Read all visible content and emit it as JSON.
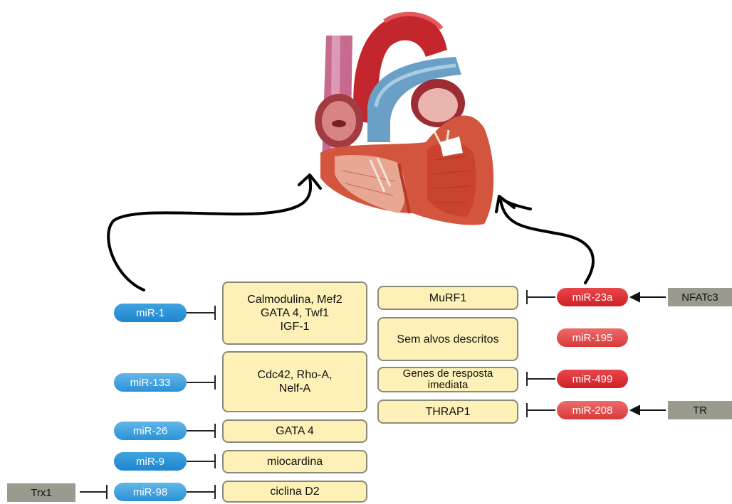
{
  "left": {
    "mirnas": [
      {
        "label": "miR-1",
        "targets": [
          "Calmodulina, Mef2",
          "GATA 4, Twf1",
          "IGF-1"
        ]
      },
      {
        "label": "miR-133",
        "targets": [
          "Cdc42, Rho-A,",
          "Nelf-A"
        ]
      },
      {
        "label": "miR-26",
        "targets": [
          "GATA 4"
        ]
      },
      {
        "label": "miR-9",
        "targets": [
          "miocardina"
        ]
      },
      {
        "label": "miR-98",
        "targets": [
          "ciclina D2"
        ]
      }
    ],
    "upstream": {
      "label": "Trx1"
    }
  },
  "right": {
    "mirnas": [
      {
        "label": "miR-23a",
        "target": "MuRF1",
        "upstream": "NFATc3"
      },
      {
        "label": "miR-195",
        "target": "Sem alvos descritos"
      },
      {
        "label": "miR-499",
        "target_lines": [
          "Genes de resposta",
          "imediata"
        ]
      },
      {
        "label": "miR-208",
        "target": "THRAP1",
        "upstream": "TR"
      }
    ]
  },
  "colors": {
    "mirna_left": "#2a8fd4",
    "mirna_right": "#d9262c",
    "target_fill": "#fdf1b8",
    "regulator_fill": "#9a9a8e"
  },
  "image": {
    "subject": "heart-illustration"
  }
}
